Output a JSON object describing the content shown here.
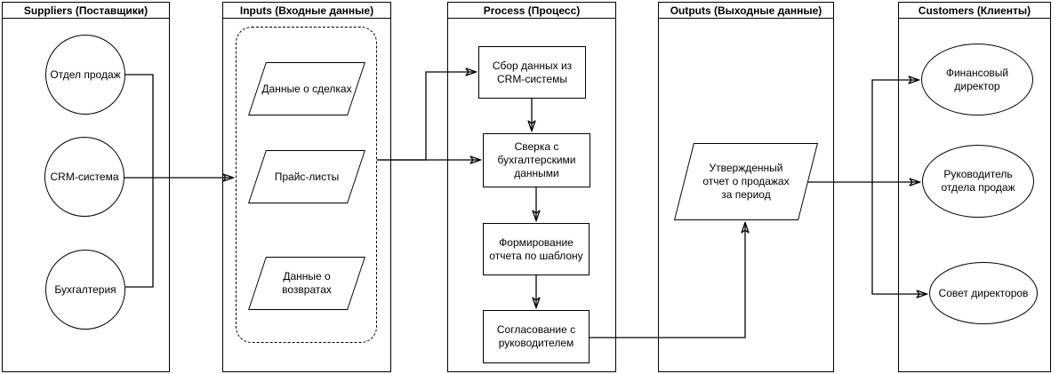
{
  "colors": {
    "stroke": "#000000",
    "fill": "#ffffff",
    "background": "#ffffff",
    "text": "#000000"
  },
  "columns": [
    {
      "header": "Suppliers (Поставщики)",
      "nodes": [
        {
          "label": "Отдел продаж"
        },
        {
          "label": "CRM-система"
        },
        {
          "label": "Бухгалтерия"
        }
      ]
    },
    {
      "header": "Inputs (Входные данные)",
      "nodes": [
        {
          "label": "Данные о сделках"
        },
        {
          "label": "Прайс-листы"
        },
        {
          "label": "Данные о\nвозвратах"
        }
      ]
    },
    {
      "header": "Process (Процесс)",
      "nodes": [
        {
          "label": "Сбор данных из\nCRM-системы"
        },
        {
          "label": "Сверка с\nбухгалтерскими\nданными"
        },
        {
          "label": "Формирование\nотчета по шаблону"
        },
        {
          "label": "Согласование с\nруководителем"
        }
      ]
    },
    {
      "header": "Outputs (Выходные данные)",
      "nodes": [
        {
          "label": "Утвержденный\nотчет о продажах\nза период"
        }
      ]
    },
    {
      "header": "Customers (Клиенты)",
      "nodes": [
        {
          "label": "Финансовый\nдиректор"
        },
        {
          "label": "Руководитель\nотдела продаж"
        },
        {
          "label": "Совет директоров"
        }
      ]
    }
  ]
}
